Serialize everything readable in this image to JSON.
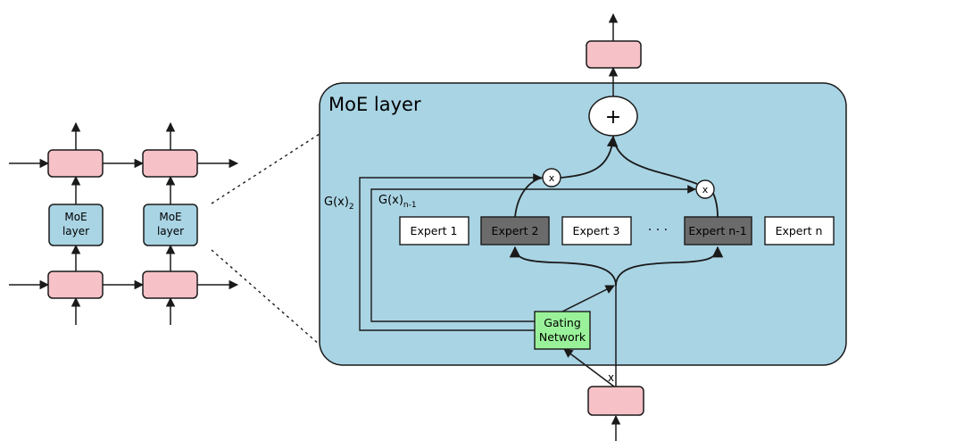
{
  "colors": {
    "pink": "#f6c1c7",
    "blue": "#a9d4e4",
    "green": "#99f299",
    "gray": "#6b6b6b",
    "white": "#ffffff",
    "stroke": "#1a1a1a"
  },
  "left": {
    "moe_label_line1": "MoE",
    "moe_label_line2": "layer"
  },
  "moe": {
    "title": "MoE layer",
    "plus": "+",
    "times": "x",
    "gating_line1": "Gating",
    "gating_line2": "Network",
    "input_label": "x",
    "ellipsis": "· · ·",
    "g2_main": "G(x)",
    "g2_sub": "2",
    "gn_main": "G(x)",
    "gn_sub": "n-1",
    "experts": [
      "Expert 1",
      "Expert 2",
      "Expert 3",
      "Expert n-1",
      "Expert n"
    ],
    "expert_shaded": [
      false,
      true,
      false,
      true,
      false
    ]
  }
}
